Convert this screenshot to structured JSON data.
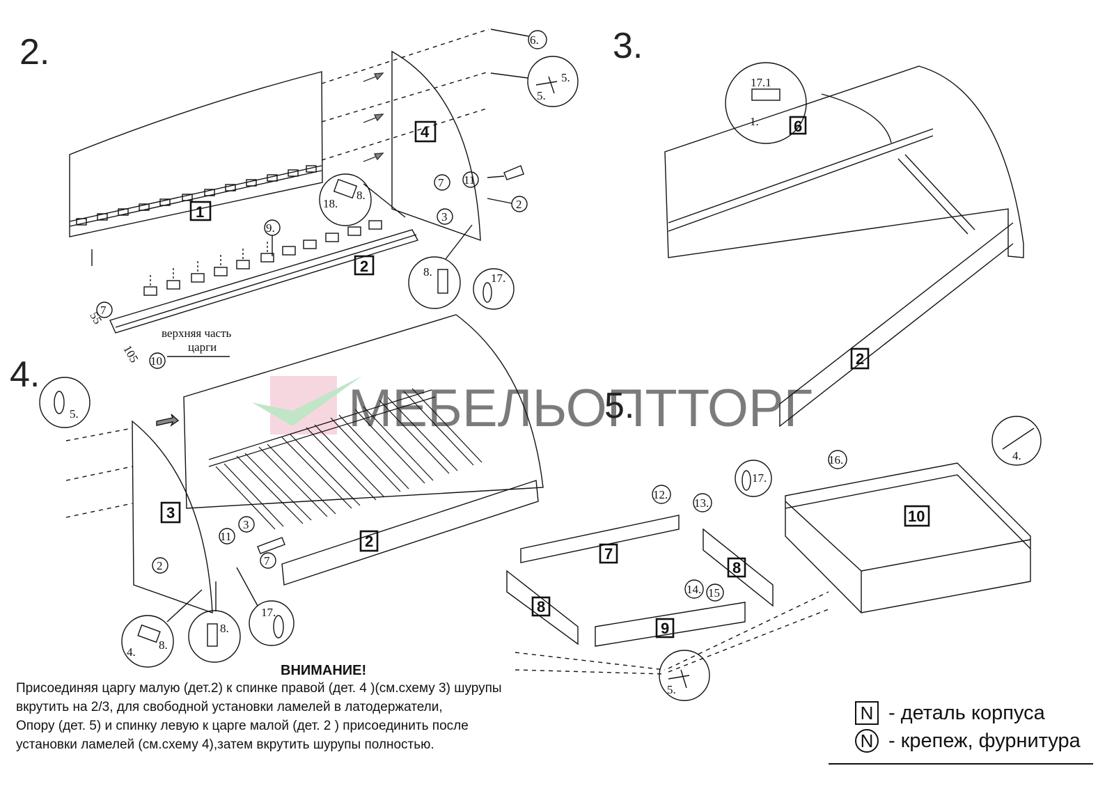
{
  "steps": {
    "s2": "2.",
    "s3": "3.",
    "s4": "4.",
    "s5": "5."
  },
  "parts": {
    "p1": "1",
    "p2": "2",
    "p3": "3",
    "p4": "4",
    "p6": "6",
    "p7": "7",
    "p8": "8",
    "p9": "9",
    "p10": "10"
  },
  "fasteners": {
    "f2": "2",
    "f3": "3",
    "f4": "4.",
    "f5": "5.",
    "f6": "6.",
    "f7": "7",
    "f8": "8.",
    "f9": "9.",
    "f11": "11",
    "f12": "12.",
    "f13": "13.",
    "f14": "14.",
    "f15": "15",
    "f16": "16.",
    "f17": "17.",
    "f171": "17.1",
    "f1": "1.",
    "f18": "18."
  },
  "dims": {
    "d55": "55",
    "d105": "105"
  },
  "labels": {
    "top_part_line1": "верхняя часть",
    "top_part_line2": "царги"
  },
  "watermark": "МЕБЕЛЬОПТТОРГ",
  "note": {
    "title": "ВНИМАНИЕ!",
    "line1": "Присоединяя царгу малую (дет.2) к спинке правой (дет. 4 )(см.схему 3) шурупы",
    "line2": "вкрутить на 2/3, для  свободной установки ламелей в латодержатели,",
    "line3": "Опору (дет. 5) и спинку левую к царге малой (дет. 2 ) присоединить после",
    "line4": "установки ламелей (см.схему 4),затем вкрутить шурупы полностью."
  },
  "legend": {
    "square_symbol": "N",
    "square_text": "- деталь корпуса",
    "round_symbol": "N",
    "round_text": "- крепеж, фурнитура"
  }
}
